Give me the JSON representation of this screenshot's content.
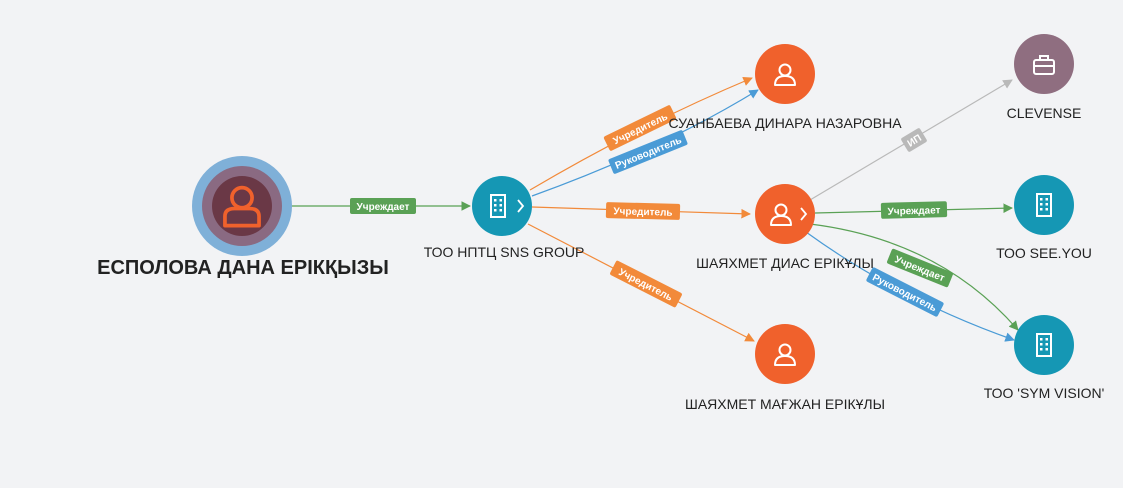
{
  "colors": {
    "background": "#f2f3f5",
    "person": "#f0612c",
    "company": "#1597b4",
    "ip_entity": "#8f6e80",
    "edge_founder": "#f28a3a",
    "edge_manager": "#4a9bd6",
    "edge_establishes": "#5aa155",
    "edge_ip": "#b9b9b9",
    "main_ring_outer": "#7fb0d8",
    "main_ring_mid": "#8a6a82",
    "main_ring_inner": "#6a3846"
  },
  "nodes": {
    "main": {
      "label": "ЕСПОЛОВА ДАНА ЕРІКҚЫЗЫ",
      "type": "person",
      "icon": "person-icon"
    },
    "sns": {
      "label": "ТОО НПТЦ SNS GROUP",
      "type": "company",
      "icon": "building-icon",
      "expand_icon": "chevron-right-icon"
    },
    "suanbaeva": {
      "label": "СУАНБАЕВА ДИНАРА НАЗАРОВНА",
      "type": "person",
      "icon": "person-icon"
    },
    "dias": {
      "label": "ШАЯХМЕТ ДИАС ЕРІКҰЛЫ",
      "type": "person",
      "icon": "person-icon",
      "expand_icon": "chevron-right-icon"
    },
    "magzhan": {
      "label": "ШАЯХМЕТ МАҒЖАН ЕРІКҰЛЫ",
      "type": "person",
      "icon": "person-icon"
    },
    "clevense": {
      "label": "CLEVENSE",
      "type": "ip",
      "icon": "briefcase-icon"
    },
    "seeyou": {
      "label": "ТОО SEE.YOU",
      "type": "company",
      "icon": "building-icon"
    },
    "symvision": {
      "label": "ТОО 'SYM VISION'",
      "type": "company",
      "icon": "building-icon"
    }
  },
  "edges": {
    "main_sns": {
      "label": "Учреждает"
    },
    "sns_suanbaeva_founder": {
      "label": "Учредитель"
    },
    "sns_suanbaeva_manager": {
      "label": "Руководитель"
    },
    "sns_dias": {
      "label": "Учредитель"
    },
    "sns_magzhan": {
      "label": "Учредитель"
    },
    "dias_clevense": {
      "label": "ИП"
    },
    "dias_seeyou": {
      "label": "Учреждает"
    },
    "dias_symvision_est": {
      "label": "Учреждает"
    },
    "dias_symvision_mgr": {
      "label": "Руководитель"
    }
  }
}
